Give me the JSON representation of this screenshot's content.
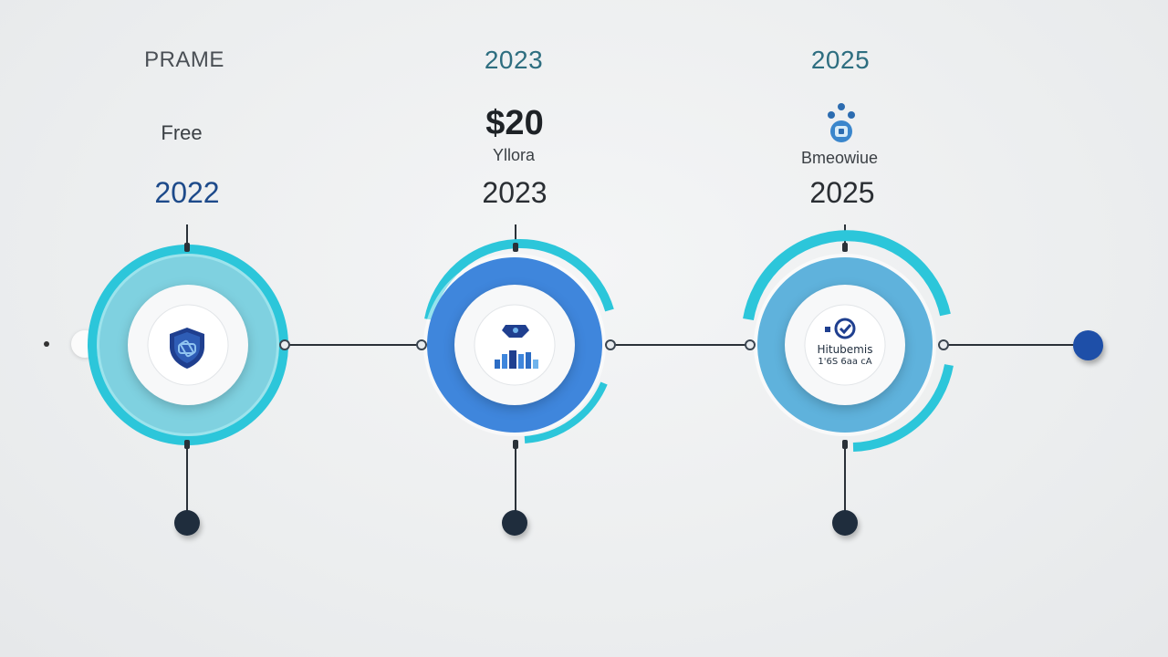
{
  "colors": {
    "teal_ring": "#2cc6da",
    "light_teal_fill": "#7fd1e0",
    "royal_blue_fill": "#3f86dc",
    "sky_blue_fill": "#5fb2dc",
    "navy_accent": "#1f3f8f",
    "end_dot_blue": "#1e4fa8",
    "stem_dot_dark": "#1f2d3d"
  },
  "columns": [
    {
      "header": "PRAME",
      "label": "Free",
      "year": "2022",
      "icon": "shield-icon"
    },
    {
      "header": "2023",
      "price": "$20",
      "label": "Yllora",
      "year": "2023",
      "icon": "city-badge-icon",
      "icon_text": ""
    },
    {
      "header": "2025",
      "label": "Bmeowiue",
      "year": "2025",
      "icon": "team-icon",
      "icon_text_line1": "Hitubemis",
      "icon_text_line2": "1'6S 6aa cA"
    }
  ]
}
